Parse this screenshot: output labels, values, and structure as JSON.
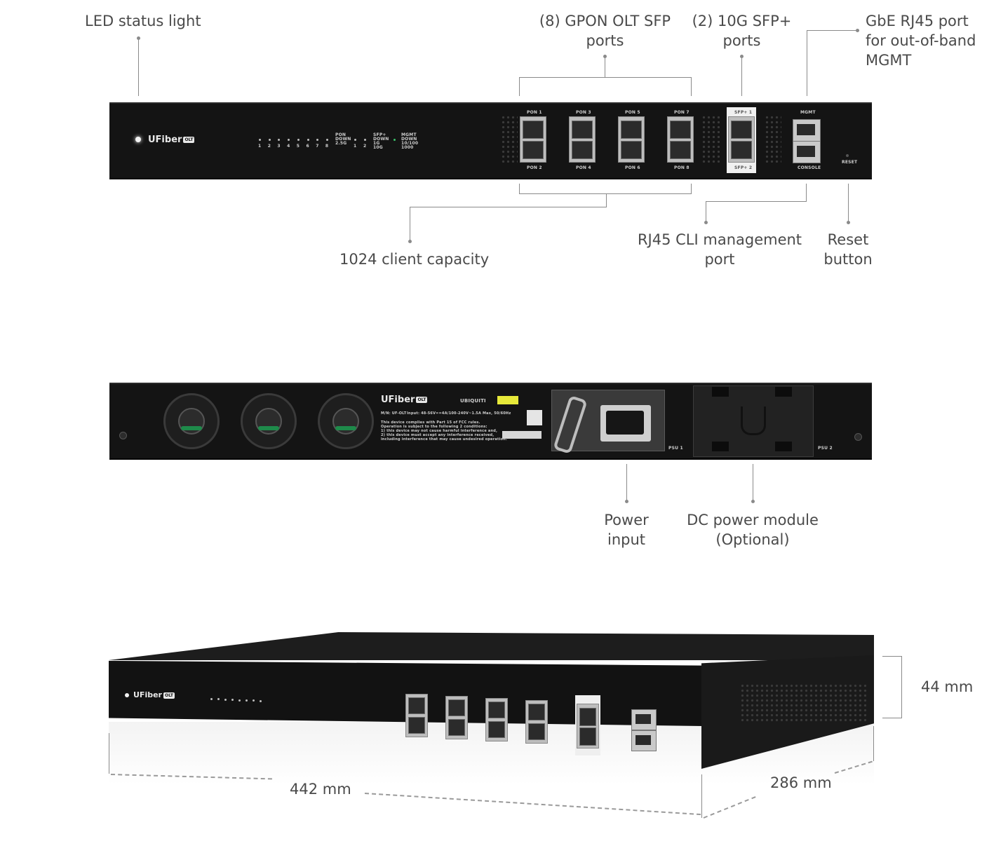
{
  "callouts": {
    "led_status": "LED status light",
    "gpon_line1": "(8) GPON OLT SFP",
    "gpon_line2": "ports",
    "sfp_line1": "(2) 10G SFP+",
    "sfp_line2": "ports",
    "gbe_line1": "GbE RJ45 port",
    "gbe_line2": "for out-of-band",
    "gbe_line3": "MGMT",
    "capacity": "1024 client capacity",
    "cli_line1": "RJ45 CLI management",
    "cli_line2": "port",
    "reset_line1": "Reset",
    "reset_line2": "button",
    "power_line1": "Power",
    "power_line2": "input",
    "dc_line1": "DC power module",
    "dc_line2": "(Optional)"
  },
  "dimensions": {
    "height": "44 mm",
    "width": "442 mm",
    "depth": "286 mm"
  },
  "device_front": {
    "logo": "UFiber",
    "logo_badge": "OLT",
    "led_numbers": [
      "1",
      "2",
      "3",
      "4",
      "5",
      "6",
      "7",
      "8"
    ],
    "pon_legend": [
      "PON",
      "DOWN",
      "2.5G"
    ],
    "sfp_numbers": [
      "1",
      "2"
    ],
    "sfp_legend": [
      "SFP+",
      "DOWN",
      "1G",
      "10G"
    ],
    "mgmt_legend": [
      "MGMT",
      "DOWN",
      "10/100",
      "1000"
    ],
    "pon_top": [
      "PON 1",
      "PON 3",
      "PON 5",
      "PON 7"
    ],
    "pon_bottom": [
      "PON 2",
      "PON 4",
      "PON 6",
      "PON 8"
    ],
    "sfp_top": "SFP+ 1",
    "sfp_bottom": "SFP+ 2",
    "mgmt": "MGMT",
    "console": "CONSOLE",
    "reset": "RESET"
  },
  "device_rear": {
    "logo": "UFiber",
    "logo_badge": "OLT",
    "brand": "UBIQUITI",
    "model": "M/N: UF-OLT",
    "input": "Input: 48-56V==4A/100-240V~1.5A Max, 50/60Hz",
    "fcc1": "This device complies with Part 15 of FCC rules.",
    "fcc2": "Operation is subject to the following 2 conditions:",
    "fcc3": "1) this device may not cause harmful interference and,",
    "fcc4": "2) this device must accept any interference received,",
    "fcc5": "including interference that may cause undesired operation.",
    "psu1": "PSU 1",
    "psu2": "PSU 2"
  },
  "colors": {
    "chassis": "#141414",
    "label_text": "#4a4a4a",
    "leader_line": "#8a8a8a"
  }
}
